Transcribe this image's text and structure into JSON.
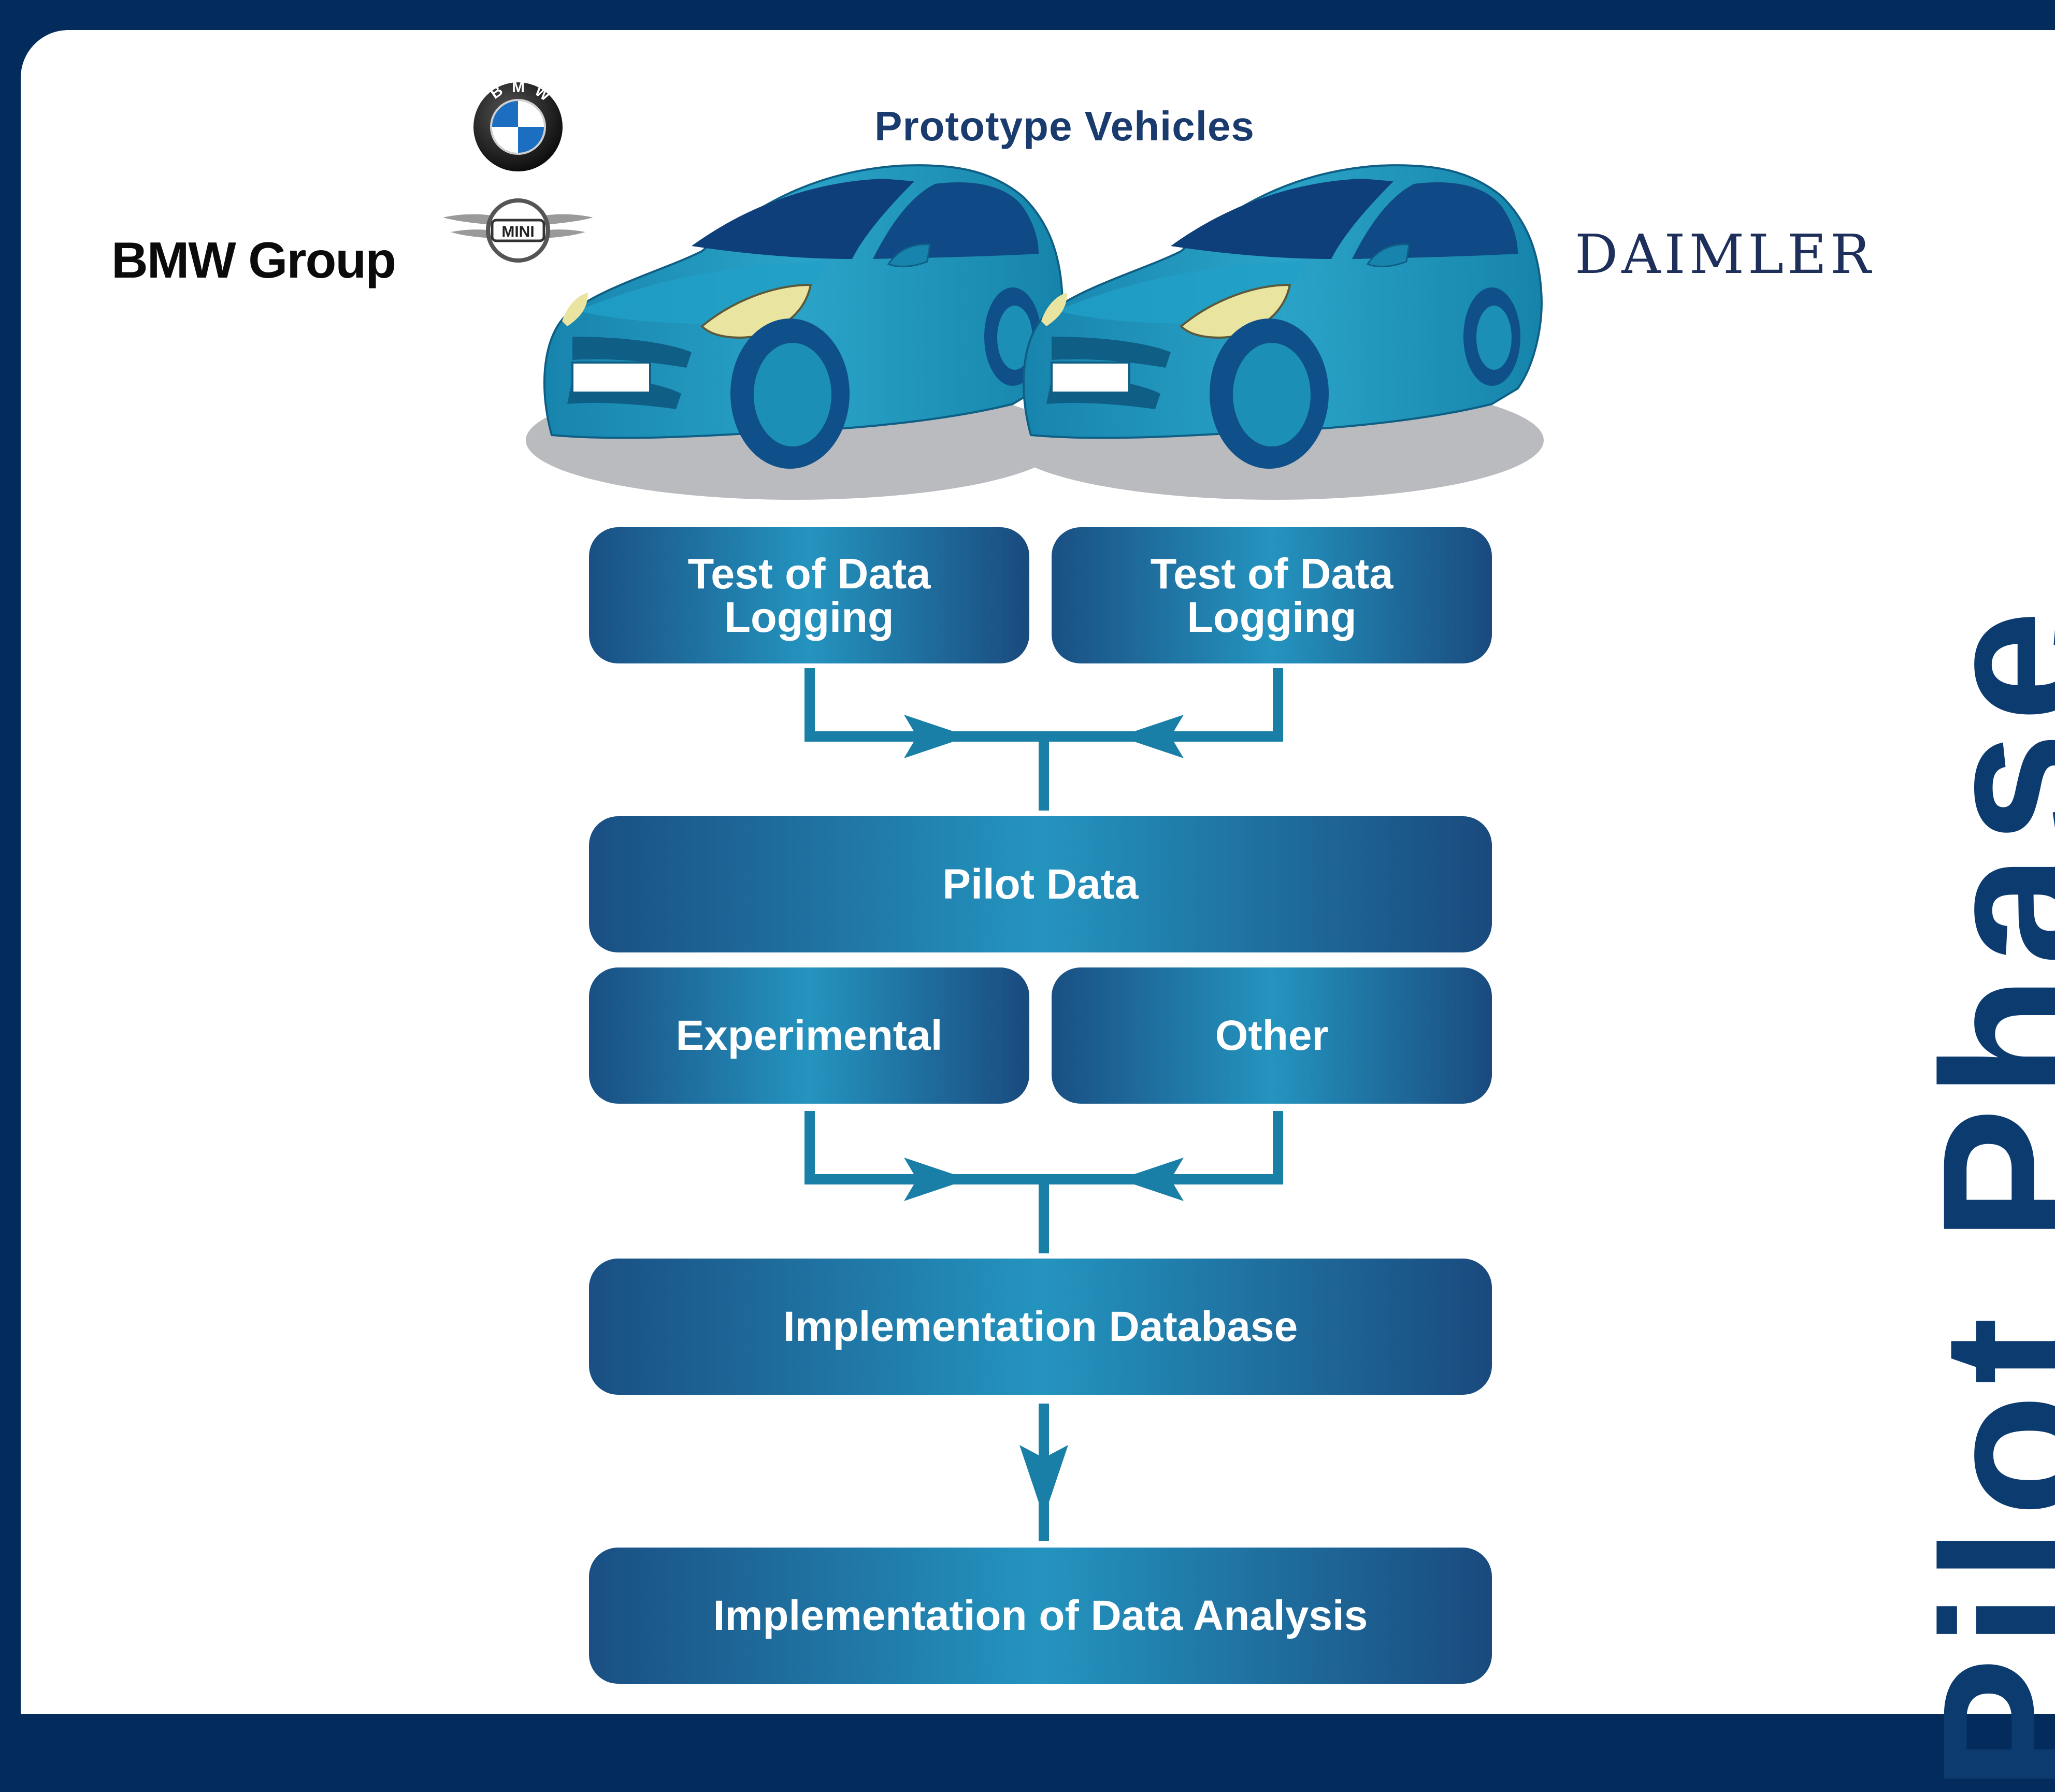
{
  "header": {
    "title": "Prototype Vehicles"
  },
  "brands": {
    "bmw_group": "BMW Group",
    "daimler": "DAIMLER",
    "bmw_badge_letters": [
      "B",
      "M",
      "W"
    ],
    "mini_badge": "MINI"
  },
  "side_title": "Pilot Phase",
  "boxes": {
    "logging_left": [
      "Test of Data",
      "Logging"
    ],
    "logging_right": [
      "Test of Data",
      "Logging"
    ],
    "pilot_data": "Pilot Data",
    "experimental": "Experimental",
    "other": "Other",
    "implementation_db": "Implementation Database",
    "analysis": "Implementation of Data Analysis"
  },
  "colors": {
    "frame": "#032c5c",
    "connector": "#1a7fa6",
    "car_body": "#1b8fb6",
    "box_dark": "#1a4f83",
    "box_light": "#2494bf"
  }
}
